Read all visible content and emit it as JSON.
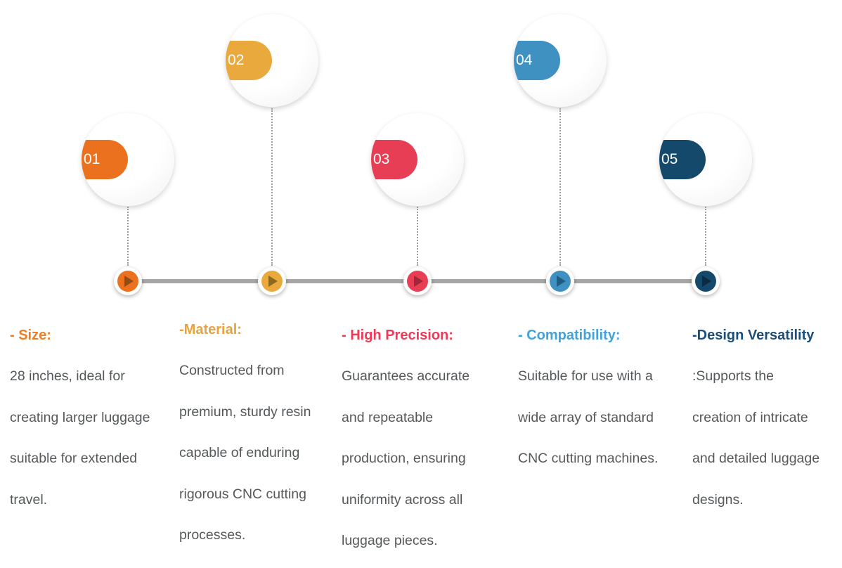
{
  "background_color": "#ffffff",
  "timeline": {
    "line_color": "#A6A6A6",
    "dotted_connector_color": "#9D9D9D",
    "marker_ring_color": "#FFFFFF"
  },
  "body_text_color": "#55585A",
  "items": [
    {
      "number": "01",
      "badge_color": "#EC711F",
      "marker_color": "#EC711F",
      "arrow_color": "#8F4D15",
      "heading": "- Size:",
      "heading_color": "#EF7D22",
      "body_lines": [
        "28 inches, ideal for",
        "creating larger luggage",
        "suitable for extended",
        "travel."
      ]
    },
    {
      "number": "02",
      "badge_color": "#EAA93C",
      "marker_color": "#EAA93C",
      "arrow_color": "#8C691C",
      "heading": "-Material:",
      "heading_color": "#E8A33C",
      "body_lines": [
        "Constructed from",
        "premium, sturdy resin",
        "capable of enduring",
        "rigorous CNC cutting",
        "processes."
      ]
    },
    {
      "number": "03",
      "badge_color": "#E73E55",
      "marker_color": "#E73E55",
      "arrow_color": "#A02638",
      "heading": "- High Precision:",
      "heading_color": "#EE3A56",
      "body_lines": [
        "Guarantees accurate",
        "and repeatable",
        "production, ensuring",
        "uniformity across all",
        "luggage pieces."
      ]
    },
    {
      "number": "04",
      "badge_color": "#3E91C1",
      "marker_color": "#3E91C1",
      "arrow_color": "#1E5E85",
      "heading": "- Compatibility:",
      "heading_color": "#40A3DB",
      "body_lines": [
        "Suitable for use with a",
        "wide array of standard",
        "CNC cutting machines."
      ]
    },
    {
      "number": "05",
      "badge_color": "#15496B",
      "marker_color": "#15496B",
      "arrow_color": "#0B2B42",
      "heading": "-Design Versatility",
      "heading_color": "#1B4E79",
      "body_lines": [
        ":Supports the",
        "creation of intricate",
        "and detailed luggage",
        "designs."
      ]
    }
  ]
}
